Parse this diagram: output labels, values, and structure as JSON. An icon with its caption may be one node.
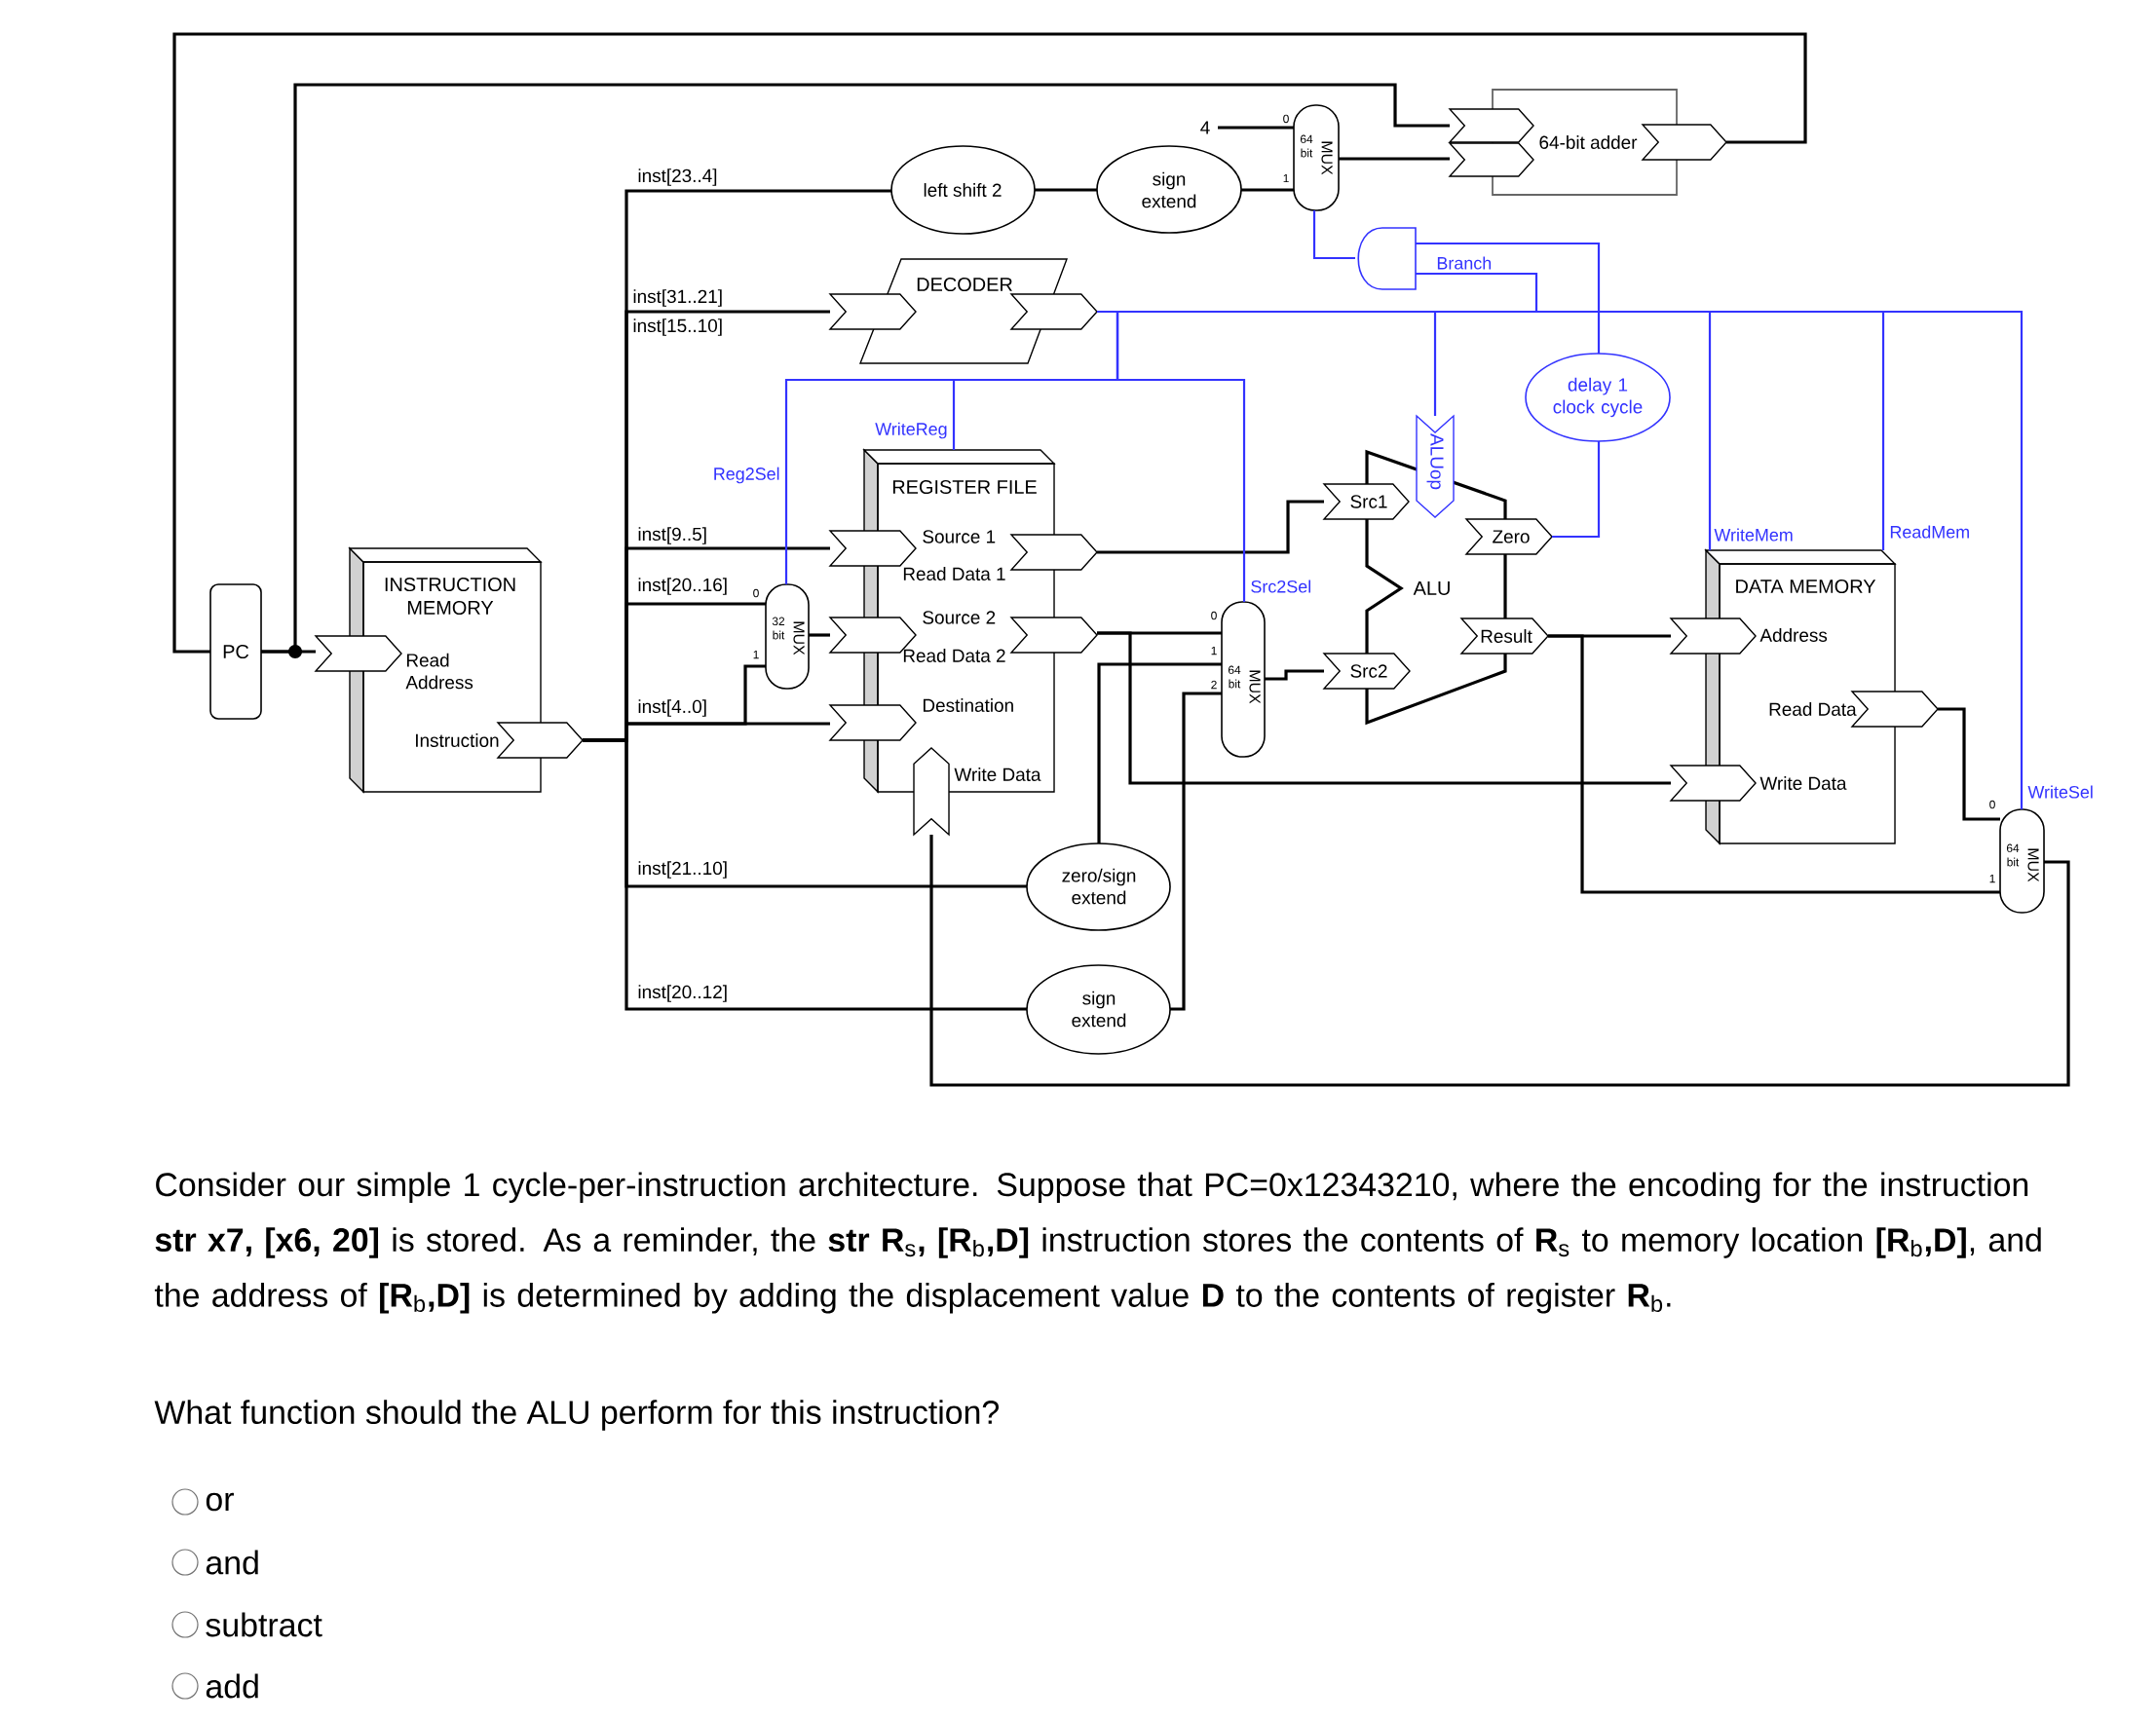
{
  "diagram": {
    "nodes": [
      {
        "text": [
          "PC"
        ]
      },
      {
        "text": [
          "INSTRUCTION MEMORY",
          "Read Address",
          "Instruction"
        ]
      },
      {
        "text": [
          "left shift 2"
        ]
      },
      {
        "text": [
          "sign extend"
        ]
      },
      {
        "text": [
          "4"
        ]
      },
      {
        "text": [
          "64 bit",
          "MUX"
        ],
        "beside": [
          "0",
          "1"
        ]
      },
      {
        "text": [
          "64-bit adder"
        ]
      },
      {
        "text": [],
        "shape": "gate"
      },
      {
        "text": [
          "DECODER"
        ]
      },
      {
        "text": [
          "delay 1 clock cycle"
        ]
      },
      {
        "text": [
          "REGISTER FILE",
          "Source 1",
          "Read Data 1",
          "Source 2",
          "Read Data 2",
          "Destination",
          "Write Data"
        ]
      },
      {
        "text": [
          "32 bit",
          "MUX"
        ],
        "beside": [
          "0",
          "1"
        ]
      },
      {
        "text": [
          "ALU"
        ]
      },
      {
        "text": [
          "Src1"
        ]
      },
      {
        "text": [
          "ALUop"
        ]
      },
      {
        "text": [
          "Zero"
        ]
      },
      {
        "text": [
          "Result"
        ]
      },
      {
        "text": [
          "Src2"
        ]
      },
      {
        "text": [
          "64 bit",
          "MUX"
        ],
        "beside": [
          "0",
          "1",
          "2"
        ]
      },
      {
        "text": [
          "zero/sign extend"
        ]
      },
      {
        "text": [
          "sign extend"
        ]
      },
      {
        "text": [
          "DATA MEMORY",
          "Address",
          "Read Data",
          "Write Data"
        ]
      },
      {
        "text": [
          "64 bit",
          "MUX"
        ],
        "beside": [
          "0",
          "1"
        ]
      }
    ],
    "edges": [
      {
        "from": 0,
        "to": 1,
        "arrow": "none"
      },
      {
        "from": 0,
        "to": 6,
        "arrow": "none"
      },
      {
        "from": 6,
        "to": 0,
        "arrow": "none"
      },
      {
        "from": 1,
        "to": 2,
        "arrow": "none",
        "label": "inst[23..4]"
      },
      {
        "from": 2,
        "to": 3,
        "arrow": "none"
      },
      {
        "from": 4,
        "to": 5,
        "arrow": "none"
      },
      {
        "from": 3,
        "to": 5,
        "arrow": "none"
      },
      {
        "from": 5,
        "to": 6,
        "arrow": "none"
      },
      {
        "from": 7,
        "to": 5,
        "arrow": "none",
        "color": "#3333ff"
      },
      {
        "from": 9,
        "to": 7,
        "arrow": "none",
        "color": "#3333ff"
      },
      {
        "from": 15,
        "to": 9,
        "arrow": "none",
        "color": "#3333ff"
      },
      {
        "from": 8,
        "to": 7,
        "arrow": "none",
        "label": "Branch",
        "color": "#3333ff"
      },
      {
        "from": 1,
        "to": 8,
        "arrow": "none",
        "label": "inst[31..21]"
      },
      {
        "from": 1,
        "to": 10,
        "arrow": "none",
        "label": "inst[9..5]"
      },
      {
        "from": 1,
        "to": 11,
        "arrow": "none",
        "label": "inst[20..16]"
      },
      {
        "from": 1,
        "to": 10,
        "arrow": "none",
        "label": "inst[4..0]"
      },
      {
        "from": 1,
        "to": 11,
        "arrow": "none"
      },
      {
        "from": 11,
        "to": 10,
        "arrow": "none"
      },
      {
        "from": 1,
        "to": 19,
        "arrow": "none",
        "label": "inst[21..10]"
      },
      {
        "from": 1,
        "to": 20,
        "arrow": "none",
        "label": "inst[20..12]"
      },
      {
        "from": 10,
        "to": 13,
        "arrow": "none"
      },
      {
        "from": 10,
        "to": 18,
        "arrow": "none"
      },
      {
        "from": 10,
        "to": 21,
        "arrow": "none"
      },
      {
        "from": 19,
        "to": 18,
        "arrow": "none"
      },
      {
        "from": 20,
        "to": 18,
        "arrow": "none"
      },
      {
        "from": 18,
        "to": 17,
        "arrow": "none"
      },
      {
        "from": 16,
        "to": 21,
        "arrow": "none"
      },
      {
        "from": 16,
        "to": 22,
        "arrow": "none"
      },
      {
        "from": 21,
        "to": 22,
        "arrow": "none"
      },
      {
        "from": 22,
        "to": 10,
        "arrow": "none"
      },
      {
        "from": 8,
        "to": 10,
        "arrow": "none",
        "label": "WriteReg",
        "color": "#3333ff"
      },
      {
        "from": 8,
        "to": 11,
        "arrow": "none",
        "label": "Reg2Sel",
        "color": "#3333ff"
      },
      {
        "from": 8,
        "to": 18,
        "arrow": "none",
        "label": "Src2Sel",
        "color": "#3333ff"
      },
      {
        "from": 8,
        "to": 14,
        "arrow": "none",
        "color": "#3333ff"
      },
      {
        "from": 8,
        "to": 21,
        "arrow": "none",
        "label": "WriteMem",
        "color": "#3333ff"
      },
      {
        "from": 8,
        "to": 21,
        "arrow": "none",
        "label": "ReadMem",
        "color": "#3333ff"
      },
      {
        "from": 8,
        "to": 22,
        "arrow": "none",
        "label": "WriteSel",
        "color": "#3333ff"
      }
    ],
    "labels": [
      "inst[15..10]",
      "Consider our simple 1 cycle-per-instruction architecture. Suppose that PC=0x12343210, where the encoding for the instruction **str x7, [x6, 20]** is stored. As a reminder, the **str R**$_{s}$**, [R**$_{b}$**,D]** instruction stores the contents of **R**$_{s}$ to memory location **[R**$_{b}$**,D]**, and the address of **[R**$_{b}$**,D]** is determined by adding the displacement value **D** to the contents of register **R**$_{b}$.",
      "What function should the ALU perform for this instruction?",
      "or",
      "and",
      "subtract",
      "add"
    ]
  }
}
